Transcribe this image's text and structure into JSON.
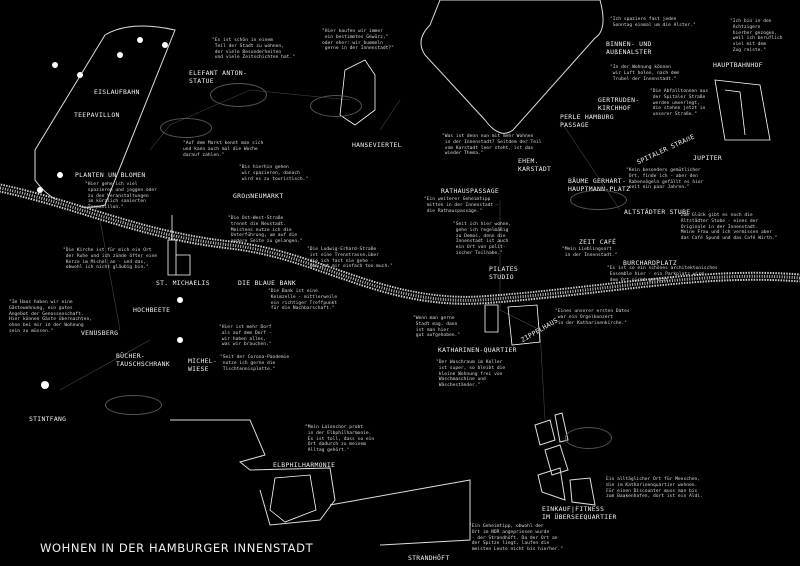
{
  "title": "WOHNEN IN DER HAMBURGER INNENSTADT",
  "places": {
    "elefant": "ELEFANT ANTON-\nSTATUE",
    "eislaufbahn": "EISLAUFBAHN",
    "teepavillon": "TEEPAVILLON",
    "planten": "PLANTEN UN BLOMEN",
    "grossneumarkt": "GROẞNEUMARKT",
    "hanseviertel": "HANSEVIERTEL",
    "michaelis": "ST. MICHAELIS",
    "blauebank": "DIE BLAUE BANK",
    "hochbeete": "HOCHBEETE",
    "venusberg": "VENUSBERG",
    "buecher": "BÜCHER-\nTAUSCHSCHRANK",
    "michelwiese": "MICHEL-\nWIESE",
    "stintfang": "STINTFANG",
    "elbphilharmonie": "ELBPHILHARMONIE",
    "strandhoeft": "STRANDHÖFT",
    "einkauf": "EINKAUF|FITNESS\nIM ÜBERSEEQUARTIER",
    "katharinen": "KATHARINEN-QUARTIER",
    "zippelhaus": "ZIPPELHAUS",
    "pilates": "PILATES\nSTUDIO",
    "zeitcafe": "ZEIT CAFÉ",
    "burchardplatz": "BURCHARDPLATZ",
    "altstaedter": "ALTSTÄDTER STUBE",
    "baeume": "BÄUME GERHART-\nHAUPTMANN-PLATZ",
    "karstadt": "EHEM.\nKARSTADT",
    "rathauspassage": "RATHAUSPASSAGE",
    "perle": "PERLE HAMBURG\nPASSAGE",
    "gertruden": "GERTRUDEN-\nKIRCHHOF",
    "spitaler": "SPITALER STRAẞE",
    "jupiter": "JUPITER",
    "hauptbahnhof": "HAUPTBAHNHOF",
    "alster": "BINNEN- UND\nAUßENALSTER"
  },
  "quotes": {
    "q1": "\"Es ist schön in einem\n Teil der Stadt zu wohnen,\n der viele Besonderheiten\n und viele Zeitschichten hat.\"",
    "q2": "\"Hier kaufen wir immer\n ein bestimmtes Gewürz,\"\noder eher: wir bummeln\n gerne in der Innenstadt?\"",
    "q3": "\"Auf dem Markt kennt man sich\nund kann auch mal die Woche\ndarauf zahlen.\"",
    "q4": "\"Bis hierhin gehen\n wir spazieren, danach\n wird es zu touristisch.\"",
    "q5": "\"Hier gehe ich viel\n spazieren und joggen oder\n zu den Veranstaltungen\n im kürzlich sanierten\n Teepavillon.\"",
    "q6": "\"Die Ost-West-Straße\n trennt die Neustadt.\n Meistens nutze ich die\n Unterführung, um auf die\n andere Seite zu gelangen.\"",
    "q7": "\"Die Ludwig-Erhard-Straße\n ist eine Trenntrasse,über\n die ich fast nie gehe -\n das ist mir einfach too much.\"",
    "q8": "\"Die Kirche ist für mich ein Ort\n der Ruhe und ich zünde öfter eine\n Kerze im Michel an - und das,\n obwohl ich nicht gläubig bin.\"",
    "q9": "\"Die Bank ist eine\n Keimzelle - mittlerweile\n ein richtiger Treffpunkt\n für die Nachbarschaft.\"",
    "q10": "\"Im Haus haben wir eine\nGästewohnung, ein gutes\nAngebot der Genossenschaft.\nHier können Gäste übernachten,\nohne bei mir in der Wohnung\nsein zu müssen.\"",
    "q11": "\"Hier ist mehr Dorf\n als auf dem Dorf -\n wir haben alles,\n was wir brauchen.\"",
    "q12": "\"Seit der Corona-Pandemie\n nutze ich gerne die\n Tischtennisplatte.\"",
    "q13": "\"Mein Laienchor probt\n in der Elbphilharmonie.\n Es ist toll, dass so ein\n Ort dadurch zu meinem\n Alltag gehört.\"",
    "q14": "\"Ich spaziere fast jeden\n Sonntag einmal um die Alster.\"",
    "q15": "\"Ich bin in den\n Achtzigern\n hierher gezogen,\n weil ich beruflich\n viel mit dem\n Zug reiste.\"",
    "q16": "\"In der Wohnung können\n wir Luft holen, nach dem\n Trubel der Innenstadt.\"",
    "q17": "\"Die Abfalltonnen aus\n der Spitaler Straße\n werden umverlegt,\n die stehen jetzt in\n unserer Straße.\"",
    "q18": "\"Was ist denn nun mit mehr Wohnen\n in der Innenstadt? Seitdem der Teil\n vom Karstadt leer steht, ist das\n wieder Thema.\"",
    "q19": "\"Kein besonders gemütlicher\n Ort, finde ich - aber den\n Rabenvögeln gefällt es hier\n seit ein paar Jahren.\"",
    "q20": "\"Ein weiterer Geheimtipp\n mitten in der Innenstadt -\n die Rathauspassage.\"",
    "q21": "\"Zum Glück gibt es noch die\n Altstädter Stube - eines der\n Originale in der Innenstadt.\n Meine Frau und ich vermissen aber\n das Café Spund und das Café Wirth.\"",
    "q22": "\"Seit ich hier wohne,\n gehe ich regelmäßig\n zu Demos, denn die\n Innenstadt ist auch\n ein Ort von polit-\n ischer Teilhabe.\"",
    "q23": "\"Mein Lieblingsort\n in der Innenstadt.\"",
    "q24": "\"Es ist so ein schönes architektonisches\n Ensemble hier - ein Parkplatz wird\n dem Ort nicht gerecht.\"",
    "q25": "\"Wenn man gerne\n Stadt mag, dann\n ist man hier\n gut aufgehoben.\"",
    "q26": "\"Eines unserer ersten Dates\n war ein Orgelkonzert\n in der Katharinenkirche.\"",
    "q27": "\"Der Waschraum im Keller\n ist super, so bleibt die\n kleine Wohnung frei von\n Waschmaschine und\n Wäscheständer.\"",
    "q28": "Ein alltäglicher Ort für Menschen,\ndie im Katharinenquartier wohnen.\nFür einen Discounter muss man bis\nzum Baakenhafen, dort ist ein Aldi.",
    "q29": "\"Ein Geheimtipp, obwohl der\n Ort im NDR angepriesen wurde\n - der Strandhöft. Da der Ort an\n der Spitze liegt, laufen die\n meisten Leute nicht bis hierher.\""
  }
}
